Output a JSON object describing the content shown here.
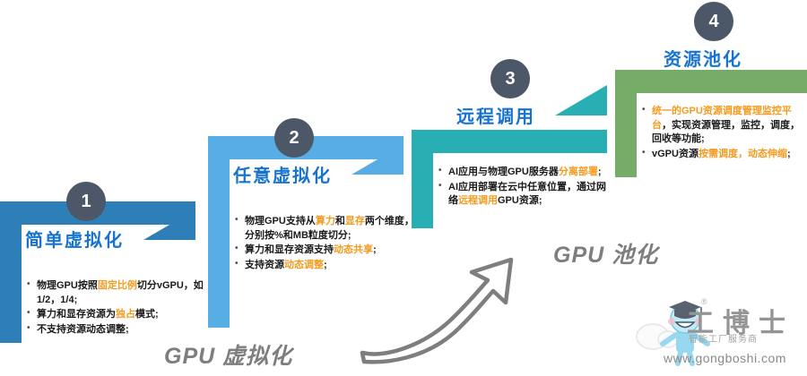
{
  "page": {
    "title": "GPU 虚拟化与池化 四阶段演进图",
    "background": "#ffffff"
  },
  "colors": {
    "step1": "#2e7eb8",
    "step2": "#57aee4",
    "step3": "#27afb4",
    "step4": "#76ab68",
    "badge": "#4c5767",
    "title_blue": "#1773cf",
    "highlight_orange": "#f59a1e",
    "caption_grey": "#7e7e7e",
    "body_text": "#1a1a1a"
  },
  "steps": [
    {
      "number": "1",
      "title": "简单虚拟化",
      "color": "#2e7eb8",
      "bullets": [
        [
          {
            "t": "物理GPU按照",
            "s": "normal"
          },
          {
            "t": "固定比例",
            "s": "orange"
          },
          {
            "t": "切分vGPU，如1/2，1/4;",
            "s": "normal"
          }
        ],
        [
          {
            "t": "算力和显存资源为",
            "s": "normal"
          },
          {
            "t": "独占",
            "s": "orange"
          },
          {
            "t": "模式;",
            "s": "normal"
          }
        ],
        [
          {
            "t": "不支持资源动态调整;",
            "s": "normal"
          }
        ]
      ]
    },
    {
      "number": "2",
      "title": "任意虚拟化",
      "color": "#57aee4",
      "bullets": [
        [
          {
            "t": "物理GPU支持从",
            "s": "normal"
          },
          {
            "t": "算力",
            "s": "orange"
          },
          {
            "t": "和",
            "s": "normal"
          },
          {
            "t": "显存",
            "s": "orange"
          },
          {
            "t": "两个维度，分别按%和MB粒度切分;",
            "s": "normal"
          }
        ],
        [
          {
            "t": "算力和显存资源支持",
            "s": "normal"
          },
          {
            "t": "动态共享",
            "s": "orange"
          },
          {
            "t": ";",
            "s": "normal"
          }
        ],
        [
          {
            "t": "支持资源",
            "s": "normal"
          },
          {
            "t": "动态调整",
            "s": "orange"
          },
          {
            "t": ";",
            "s": "normal"
          }
        ]
      ]
    },
    {
      "number": "3",
      "title": "远程调用",
      "color": "#27afb4",
      "bullets": [
        [
          {
            "t": "AI应用与物理GPU服务器",
            "s": "normal"
          },
          {
            "t": "分离部署",
            "s": "orange"
          },
          {
            "t": ";",
            "s": "normal"
          }
        ],
        [
          {
            "t": "AI应用部署在云中任意位置，通过网络",
            "s": "normal"
          },
          {
            "t": "远程调用",
            "s": "orange"
          },
          {
            "t": "GPU资源;",
            "s": "normal"
          }
        ]
      ]
    },
    {
      "number": "4",
      "title": "资源池化",
      "color": "#76ab68",
      "bullets": [
        [
          {
            "t": "统一的GPU资源调度管理监控平台",
            "s": "orange"
          },
          {
            "t": "，实现资源管理，监控，调度，回收等功能;",
            "s": "normal"
          }
        ],
        [
          {
            "t": "vGPU资源",
            "s": "normal"
          },
          {
            "t": "按需调度，动态伸缩",
            "s": "orange"
          },
          {
            "t": ";",
            "s": "normal"
          }
        ]
      ]
    }
  ],
  "captions": [
    {
      "text": "GPU 虚拟化",
      "name": "caption-gpu-virtualization"
    },
    {
      "text": "GPU 池化",
      "name": "caption-gpu-pooling"
    }
  ],
  "arrow": {
    "name": "growth-arrow",
    "color": "#7e7e7e",
    "direction": "up-right"
  },
  "watermark": {
    "brand_cn": "工博士",
    "tagline": "智能工厂服务商",
    "url": "www.gongboshi.com",
    "registered_mark": "®"
  }
}
